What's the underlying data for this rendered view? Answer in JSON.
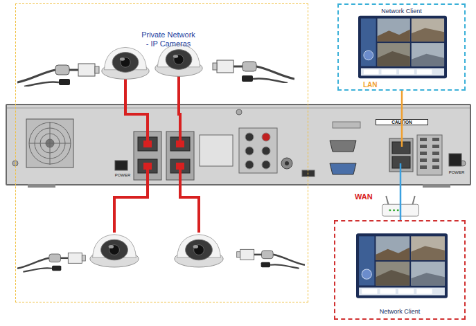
{
  "diagram": {
    "nodes": [
      {
        "text": [
          "Private Network - IP Cameras"
        ]
      },
      {
        "text": [
          "Network Client"
        ]
      },
      {
        "text": [
          "CAUTION",
          "POWER",
          "POWER"
        ]
      },
      {
        "text": [
          "Network Client"
        ]
      }
    ],
    "edges": [
      {
        "from": 1,
        "to": 2,
        "arrow": "none",
        "label": "LAN"
      },
      {
        "from": 2,
        "to": 3,
        "arrow": "none",
        "label": "WAN"
      }
    ]
  }
}
